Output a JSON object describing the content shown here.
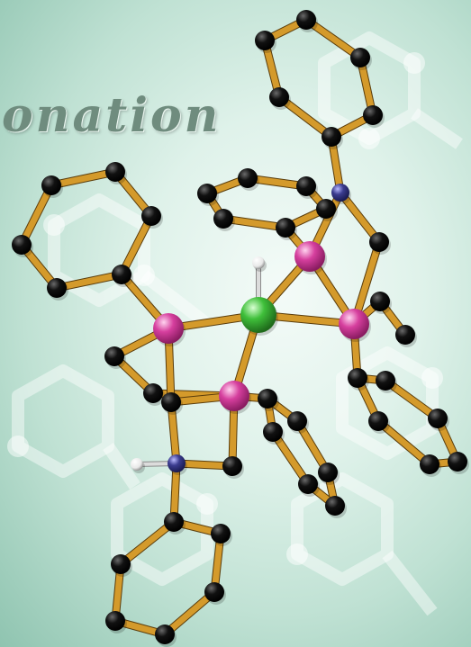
{
  "cover": {
    "title_fragment": "onation"
  },
  "colors": {
    "background_light": "#f4fbf8",
    "background_dark": "#8fc4b0",
    "bond": "#d49a2b",
    "bond_edge": "#5a3d0c",
    "carbon": "#111111",
    "phosphorus": "#d63f9e",
    "nitrogen": "#3b3c8f",
    "metal": "#3fbf3a",
    "hydrogen": "#f2f2f2",
    "title": "#6f8c7e"
  },
  "icons": [
    "molecule-model",
    "hexagon-network-background"
  ]
}
